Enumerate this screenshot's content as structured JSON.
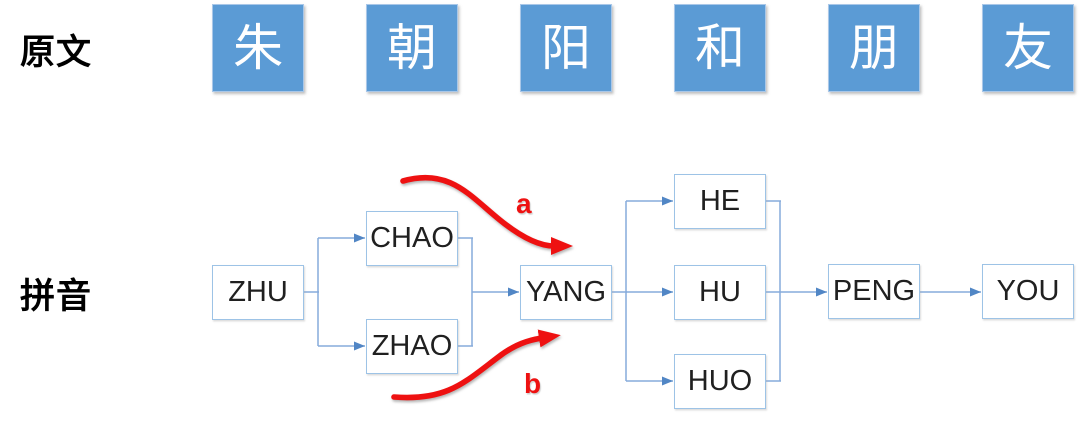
{
  "row_labels": {
    "original": "原文",
    "pinyin": "拼音"
  },
  "original_characters": [
    "朱",
    "朝",
    "阳",
    "和",
    "朋",
    "友"
  ],
  "pinyin_nodes": {
    "zhu": "ZHU",
    "chao": "CHAO",
    "zhao": "ZHAO",
    "yang": "YANG",
    "he": "HE",
    "hu": "HU",
    "huo": "HUO",
    "peng": "PENG",
    "you": "YOU"
  },
  "path_labels": {
    "a": "a",
    "b": "b"
  },
  "edges": [
    "ZHU->CHAO",
    "ZHU->ZHAO",
    "CHAO->YANG",
    "ZHAO->YANG",
    "YANG->HE",
    "YANG->HU",
    "YANG->HUO",
    "HE->PENG",
    "HU->PENG",
    "HUO->PENG",
    "PENG->YOU"
  ],
  "colors": {
    "char_box_fill": "#5B9BD5",
    "char_box_border": "#A9C7E8",
    "node_border": "#9DC3E6",
    "connector": "#86ABDB",
    "arrowhead": "#5186C5",
    "red_arrow": "#EE1111",
    "node_text": "#202020",
    "label_text": "#000000"
  }
}
